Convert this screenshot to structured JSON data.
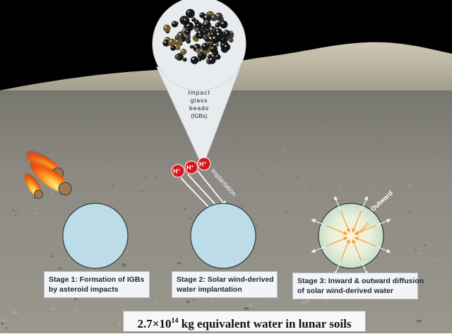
{
  "bubble": {
    "label_lines": [
      "Impact",
      "glass",
      "beads",
      "(IGBs)"
    ]
  },
  "labels": {
    "implantation": "Implantation",
    "outward": "Outward",
    "inward": "Inward",
    "ion": "H",
    "ion_charge": "+"
  },
  "stages": [
    {
      "lines": [
        "Stage 1: Formation of IGBs",
        "by asteroid impacts"
      ]
    },
    {
      "lines": [
        "Stage 2: Solar wind-derived",
        "water implantation"
      ]
    },
    {
      "lines": [
        "Stage 3: Inward & outward diffusion",
        "of solar wind-derived water"
      ]
    }
  ],
  "footer": {
    "mantissa": "2.7×10",
    "exponent": "14",
    "rest": " kg equivalent water in lunar soils"
  },
  "colors": {
    "sky": "#000000",
    "regolith": "#8c8a80",
    "bead_fill": "#bcdde8",
    "bead_stroke": "#2c3a44",
    "ion": "#d8161b",
    "diffusion_arrow": "#f0a238",
    "bubble_fill": "#e8ecef"
  }
}
